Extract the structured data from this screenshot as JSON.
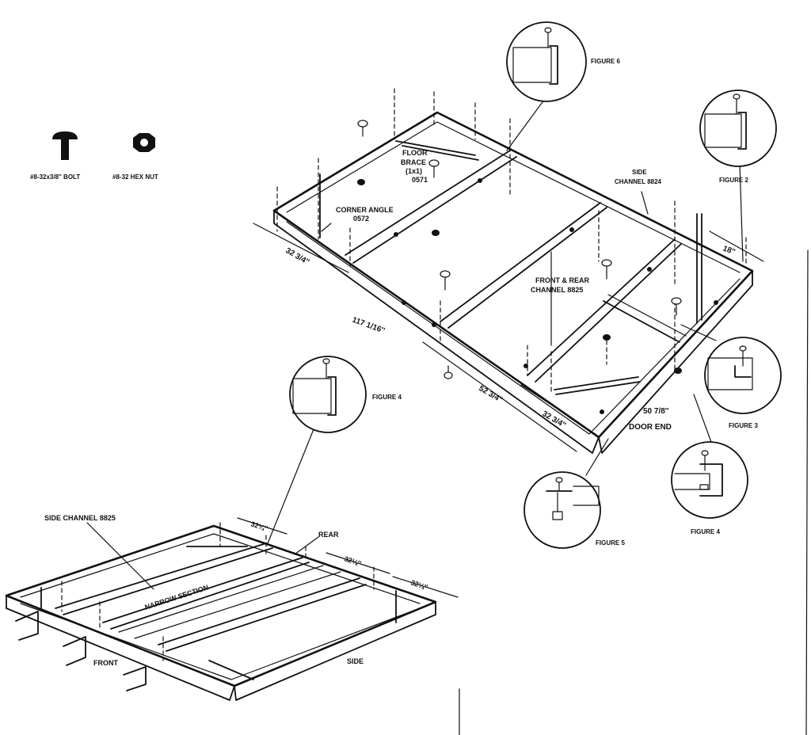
{
  "hardware": {
    "bolt_label": "#8-32x3/8'' BOLT",
    "nut_label": "#8-32 HEX NUT"
  },
  "upper_frame": {
    "floor_brace_line1": "FLOOR",
    "floor_brace_line2": "BRACE",
    "floor_brace_line3": "(1x1)",
    "floor_brace_part": "0571",
    "corner_angle": "CORNER ANGLE",
    "corner_angle_part": "0572",
    "side_channel": "SIDE",
    "side_channel_line2": "CHANNEL 8824",
    "front_rear_channel": "FRONT & REAR",
    "front_rear_channel_line2": "CHANNEL 8825",
    "dim_left": "32 3/4''",
    "dim_overall": "117 1/16''",
    "dim_middle": "52 3/4''",
    "dim_door": "32 3/4''",
    "dim_end": "18''",
    "dim_width": "50 7/8''",
    "door_end": "DOOR END"
  },
  "figures": {
    "figure_6": "FIGURE 6",
    "figure_2": "FIGURE 2",
    "figure_3": "FIGURE 3",
    "figure_4_right": "FIGURE 4",
    "figure_5": "FIGURE 5",
    "figure_4_left": "FIGURE 4"
  },
  "lower_frame": {
    "side_channel": "SIDE CHANNEL 8825",
    "narrow_section": "NARROW SECTION",
    "rear": "REAR",
    "front": "FRONT",
    "side": "SIDE",
    "dim_a": "32¼''",
    "dim_b": "32¼''",
    "dim_c": "32¼''"
  }
}
